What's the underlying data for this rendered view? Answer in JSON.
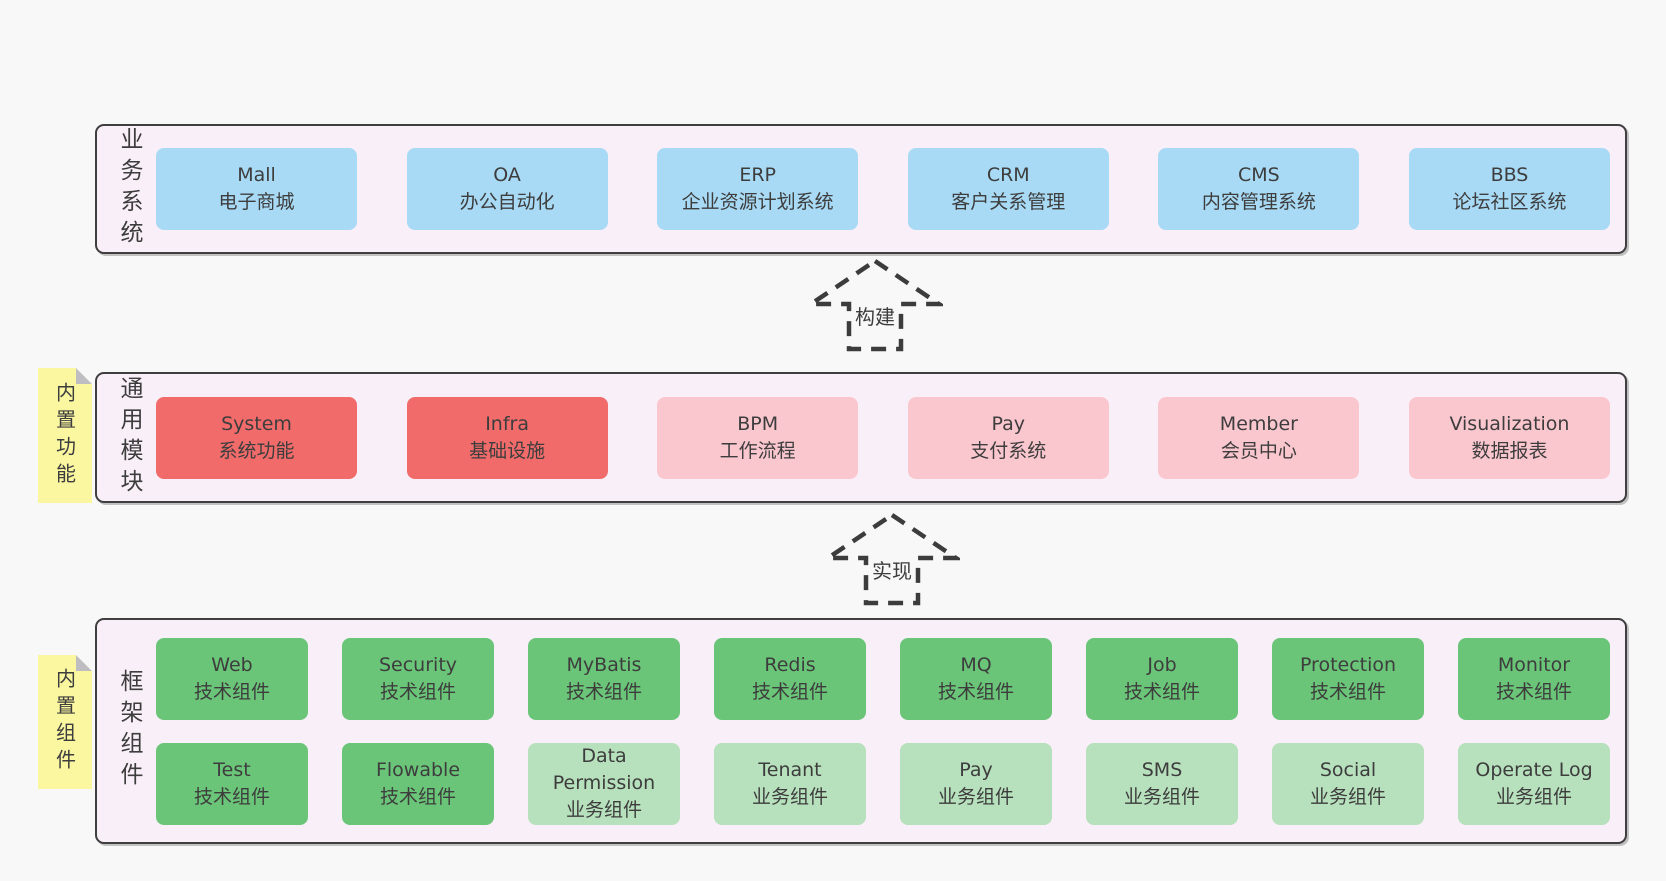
{
  "page": {
    "background": "#f8f8f8"
  },
  "colors": {
    "panel_bg": "#f9eff8",
    "panel_border": "#3f3f3f",
    "blue": "#a8daf5",
    "red": "#f16b6b",
    "pink": "#fbc7cf",
    "green": "#6ac578",
    "light_green": "#b7e0bc",
    "note_yellow": "#fbf7a1",
    "note_fold": "#bdbdc2",
    "text": "#3d3d3d"
  },
  "arrows": [
    {
      "label": "构建"
    },
    {
      "label": "实现"
    }
  ],
  "sections": [
    {
      "label": "业务系统",
      "rows": [
        [
          {
            "en": "Mall",
            "zh": "电子商城",
            "variant": "blue"
          },
          {
            "en": "OA",
            "zh": "办公自动化",
            "variant": "blue"
          },
          {
            "en": "ERP",
            "zh": "企业资源计划系统",
            "variant": "blue"
          },
          {
            "en": "CRM",
            "zh": "客户关系管理",
            "variant": "blue"
          },
          {
            "en": "CMS",
            "zh": "内容管理系统",
            "variant": "blue"
          },
          {
            "en": "BBS",
            "zh": "论坛社区系统",
            "variant": "blue"
          }
        ]
      ]
    },
    {
      "label": "通用模块",
      "note": "内置功能",
      "rows": [
        [
          {
            "en": "System",
            "zh": "系统功能",
            "variant": "red"
          },
          {
            "en": "Infra",
            "zh": "基础设施",
            "variant": "red"
          },
          {
            "en": "BPM",
            "zh": "工作流程",
            "variant": "pink"
          },
          {
            "en": "Pay",
            "zh": "支付系统",
            "variant": "pink"
          },
          {
            "en": "Member",
            "zh": "会员中心",
            "variant": "pink"
          },
          {
            "en": "Visualization",
            "zh": "数据报表",
            "variant": "pink"
          }
        ]
      ]
    },
    {
      "label": "框架组件",
      "note": "内置组件",
      "rows": [
        [
          {
            "en": "Web",
            "zh": "技术组件",
            "variant": "green"
          },
          {
            "en": "Security",
            "zh": "技术组件",
            "variant": "green"
          },
          {
            "en": "MyBatis",
            "zh": "技术组件",
            "variant": "green"
          },
          {
            "en": "Redis",
            "zh": "技术组件",
            "variant": "green"
          },
          {
            "en": "MQ",
            "zh": "技术组件",
            "variant": "green"
          },
          {
            "en": "Job",
            "zh": "技术组件",
            "variant": "green"
          },
          {
            "en": "Protection",
            "zh": "技术组件",
            "variant": "green"
          },
          {
            "en": "Monitor",
            "zh": "技术组件",
            "variant": "green"
          }
        ],
        [
          {
            "en": "Test",
            "zh": "技术组件",
            "variant": "green"
          },
          {
            "en": "Flowable",
            "zh": "技术组件",
            "variant": "green"
          },
          {
            "en": "Data Permission",
            "zh": "业务组件",
            "variant": "light_green"
          },
          {
            "en": "Tenant",
            "zh": "业务组件",
            "variant": "light_green"
          },
          {
            "en": "Pay",
            "zh": "业务组件",
            "variant": "light_green"
          },
          {
            "en": "SMS",
            "zh": "业务组件",
            "variant": "light_green"
          },
          {
            "en": "Social",
            "zh": "业务组件",
            "variant": "light_green"
          },
          {
            "en": "Operate Log",
            "zh": "业务组件",
            "variant": "light_green"
          }
        ]
      ]
    }
  ]
}
